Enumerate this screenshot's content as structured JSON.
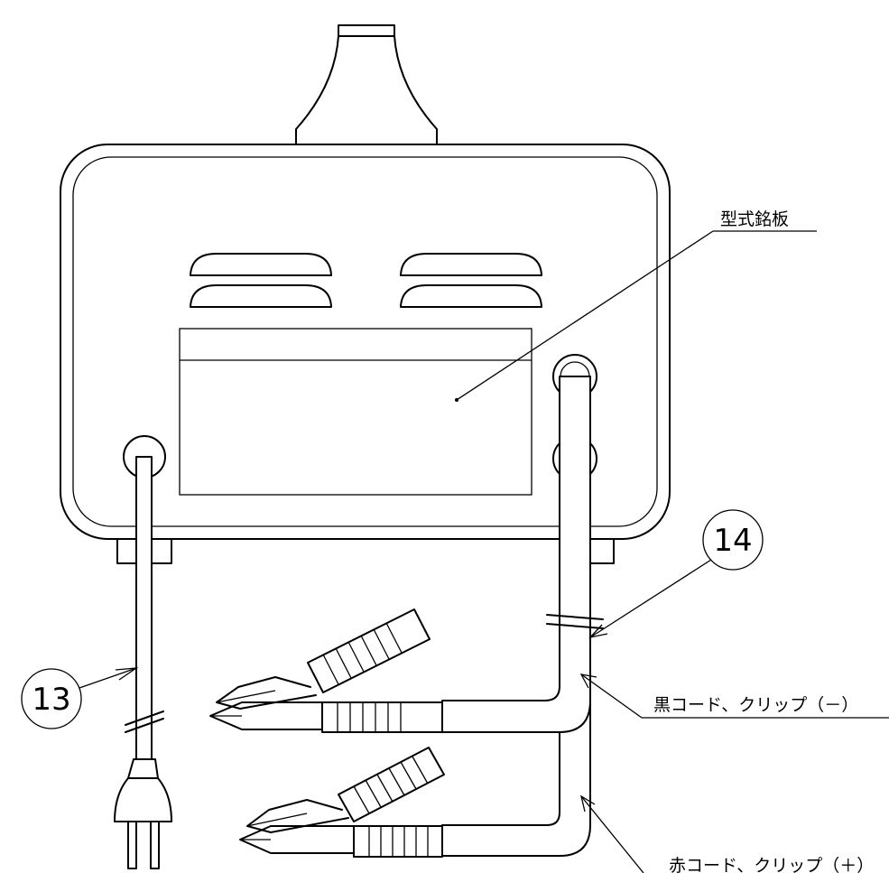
{
  "labels": {
    "nameplate": "型式銘板",
    "black_cord": "黒コード、クリップ（－）",
    "red_cord": "赤コード、クリップ（＋）"
  },
  "callouts": {
    "power_cord": "13",
    "clip_cord": "14"
  }
}
